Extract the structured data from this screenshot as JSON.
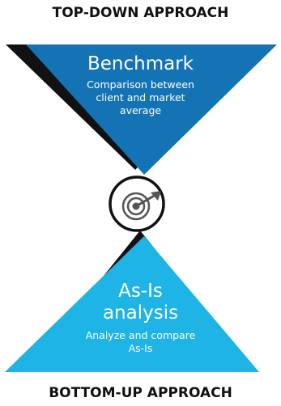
{
  "top_heading": "TOP-DOWN APPROACH",
  "bottom_heading": "BOTTOM-UP APPROACH",
  "top_section": {
    "title": "Benchmark",
    "description_lines": [
      "Comparison between",
      "client and market",
      "average"
    ]
  },
  "bottom_section": {
    "title_lines": [
      "As-Is",
      "analysis"
    ],
    "description_lines": [
      "Analyze and compare",
      "As-Is"
    ]
  },
  "center_icon": "target-icon",
  "colors": {
    "top_triangle": "#1473b4",
    "bottom_triangle": "#1eb4e6",
    "outline": "#111111",
    "icon_ring": "#555555"
  }
}
